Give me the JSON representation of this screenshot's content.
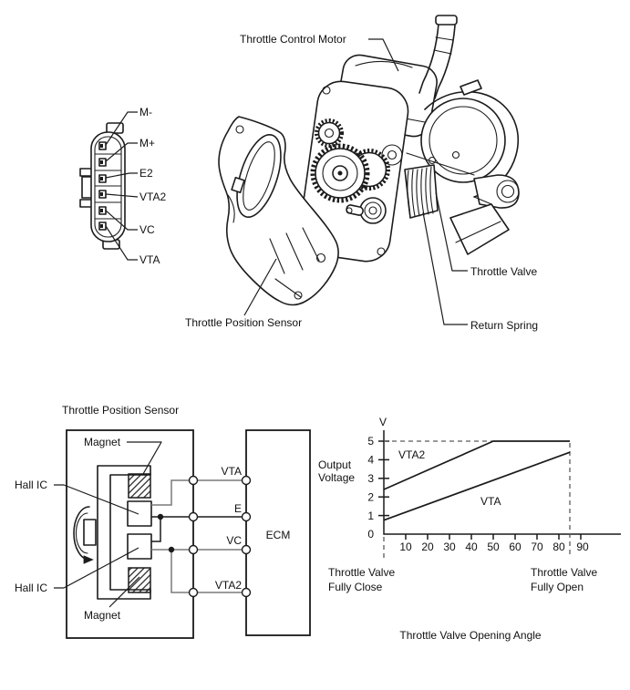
{
  "assembly": {
    "labels": {
      "throttle_control_motor": "Throttle Control Motor",
      "throttle_position_sensor": "Throttle Position Sensor",
      "throttle_valve": "Throttle Valve",
      "return_spring": "Return Spring"
    },
    "connector_pins": [
      "M-",
      "M+",
      "E2",
      "VTA2",
      "VC",
      "VTA"
    ]
  },
  "circuit": {
    "title": "Throttle Position Sensor",
    "magnet_label": "Magnet",
    "hall_ic_label": "Hall IC",
    "ecm_label": "ECM",
    "terminals": [
      "VTA",
      "E",
      "VC",
      "VTA2"
    ]
  },
  "chart_data": {
    "type": "line",
    "title": "Throttle Valve Opening Angle",
    "xlabel": "Throttle Valve Opening Angle",
    "ylabel": "Output Voltage",
    "ylabel_lines": [
      "Output",
      "Voltage"
    ],
    "y_unit": "V",
    "xlim": [
      0,
      97
    ],
    "ylim": [
      0,
      5.6
    ],
    "grid": false,
    "x_ticks": [
      10,
      20,
      30,
      40,
      50,
      60,
      70,
      80,
      90
    ],
    "x_tick_labels": [
      "10",
      "20",
      "30",
      "40",
      "50",
      "60",
      "70",
      "80",
      "90"
    ],
    "y_ticks": [
      0,
      1,
      2,
      3,
      4,
      5
    ],
    "y_tick_labels": [
      "5",
      "4",
      "3",
      "2",
      "1",
      "0"
    ],
    "series": [
      {
        "name": "VTA2",
        "points": [
          [
            0,
            2.4
          ],
          [
            50,
            5.0
          ],
          [
            85,
            5.0
          ]
        ]
      },
      {
        "name": "VTA",
        "points": [
          [
            0,
            0.75
          ],
          [
            85,
            4.4
          ]
        ]
      }
    ],
    "guides": [
      {
        "type": "dashed-horizontal",
        "y": 5,
        "from_x": 0,
        "to_x": 50
      },
      {
        "type": "dashed-vertical",
        "x": 85,
        "from_y": 0,
        "to_y": 5
      },
      {
        "type": "dashed-vertical",
        "x": 0,
        "below_axis": true
      }
    ],
    "x_start_label_lines": [
      "Throttle Valve",
      "Fully Close"
    ],
    "x_end_label_lines": [
      "Throttle Valve",
      "Fully Open"
    ]
  }
}
